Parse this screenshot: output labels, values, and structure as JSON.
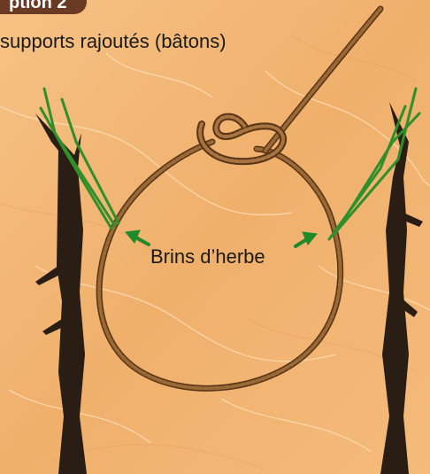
{
  "header": {
    "option_label": "ption 2",
    "caption": "supports rajoutés (bâtons)"
  },
  "diagram": {
    "callout_label": "Brins d’herbe",
    "icons": {
      "left_stick": "stick-icon",
      "right_stick": "stick-icon",
      "rope": "rope-loop-icon",
      "knot": "knot-icon",
      "grass_left": "grass-strand-icon",
      "grass_right": "grass-strand-icon",
      "arrow_left": "arrow-icon",
      "arrow_right": "arrow-icon"
    }
  },
  "colors": {
    "background": "#f2b573",
    "tag": "#6b3a22",
    "stick": "#2a1d14",
    "rope": "#7a4f25",
    "grass": "#2f8f2a",
    "arrow": "#1f8a2a"
  }
}
